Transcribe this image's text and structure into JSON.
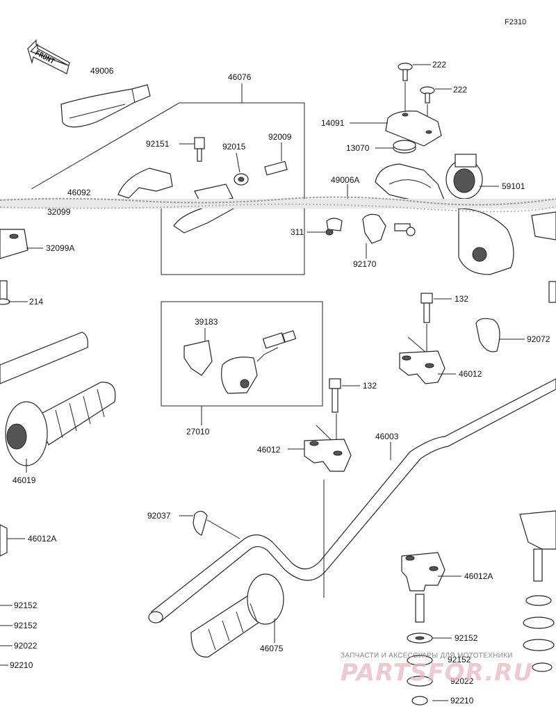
{
  "figure_code": "F2310",
  "front_label": "FRONT",
  "parts": [
    {
      "id": "p49006",
      "num": "49006"
    },
    {
      "id": "p46076",
      "num": "46076"
    },
    {
      "id": "p222a",
      "num": "222"
    },
    {
      "id": "p222b",
      "num": "222"
    },
    {
      "id": "p14091",
      "num": "14091"
    },
    {
      "id": "p13070",
      "num": "13070"
    },
    {
      "id": "p92151",
      "num": "92151"
    },
    {
      "id": "p92015",
      "num": "92015"
    },
    {
      "id": "p92009",
      "num": "92009"
    },
    {
      "id": "p49006A",
      "num": "49006A"
    },
    {
      "id": "p59101",
      "num": "59101"
    },
    {
      "id": "p46092",
      "num": "46092"
    },
    {
      "id": "p32099",
      "num": "32099"
    },
    {
      "id": "p311",
      "num": "311"
    },
    {
      "id": "p92170",
      "num": "92170"
    },
    {
      "id": "p32099A",
      "num": "32099A"
    },
    {
      "id": "p214",
      "num": "214"
    },
    {
      "id": "p132a",
      "num": "132"
    },
    {
      "id": "p39183",
      "num": "39183"
    },
    {
      "id": "p92072",
      "num": "92072"
    },
    {
      "id": "p46012a",
      "num": "46012"
    },
    {
      "id": "p132b",
      "num": "132"
    },
    {
      "id": "p27010",
      "num": "27010"
    },
    {
      "id": "p46003",
      "num": "46003"
    },
    {
      "id": "p46012b",
      "num": "46012"
    },
    {
      "id": "p46019",
      "num": "46019"
    },
    {
      "id": "p92037",
      "num": "92037"
    },
    {
      "id": "p46012Aa",
      "num": "46012A"
    },
    {
      "id": "p46012Ab",
      "num": "46012A"
    },
    {
      "id": "p92152a",
      "num": "92152"
    },
    {
      "id": "p92152b",
      "num": "92152"
    },
    {
      "id": "p92022a",
      "num": "92022"
    },
    {
      "id": "p92210a",
      "num": "92210"
    },
    {
      "id": "p46075",
      "num": "46075"
    },
    {
      "id": "p92152c",
      "num": "92152"
    },
    {
      "id": "p92152d",
      "num": "92152"
    },
    {
      "id": "p92022b",
      "num": "92022"
    },
    {
      "id": "p92210b",
      "num": "92210"
    }
  ],
  "watermark": {
    "tagline": "ЗАПЧАСТИ И АКСЕССУАРЫ ДЛЯ МОТОТЕХНИКИ",
    "brand": "PARTSFOR.RU",
    "tagline_color": "#8a8a8a",
    "brand_color": "#e8b9c2"
  }
}
